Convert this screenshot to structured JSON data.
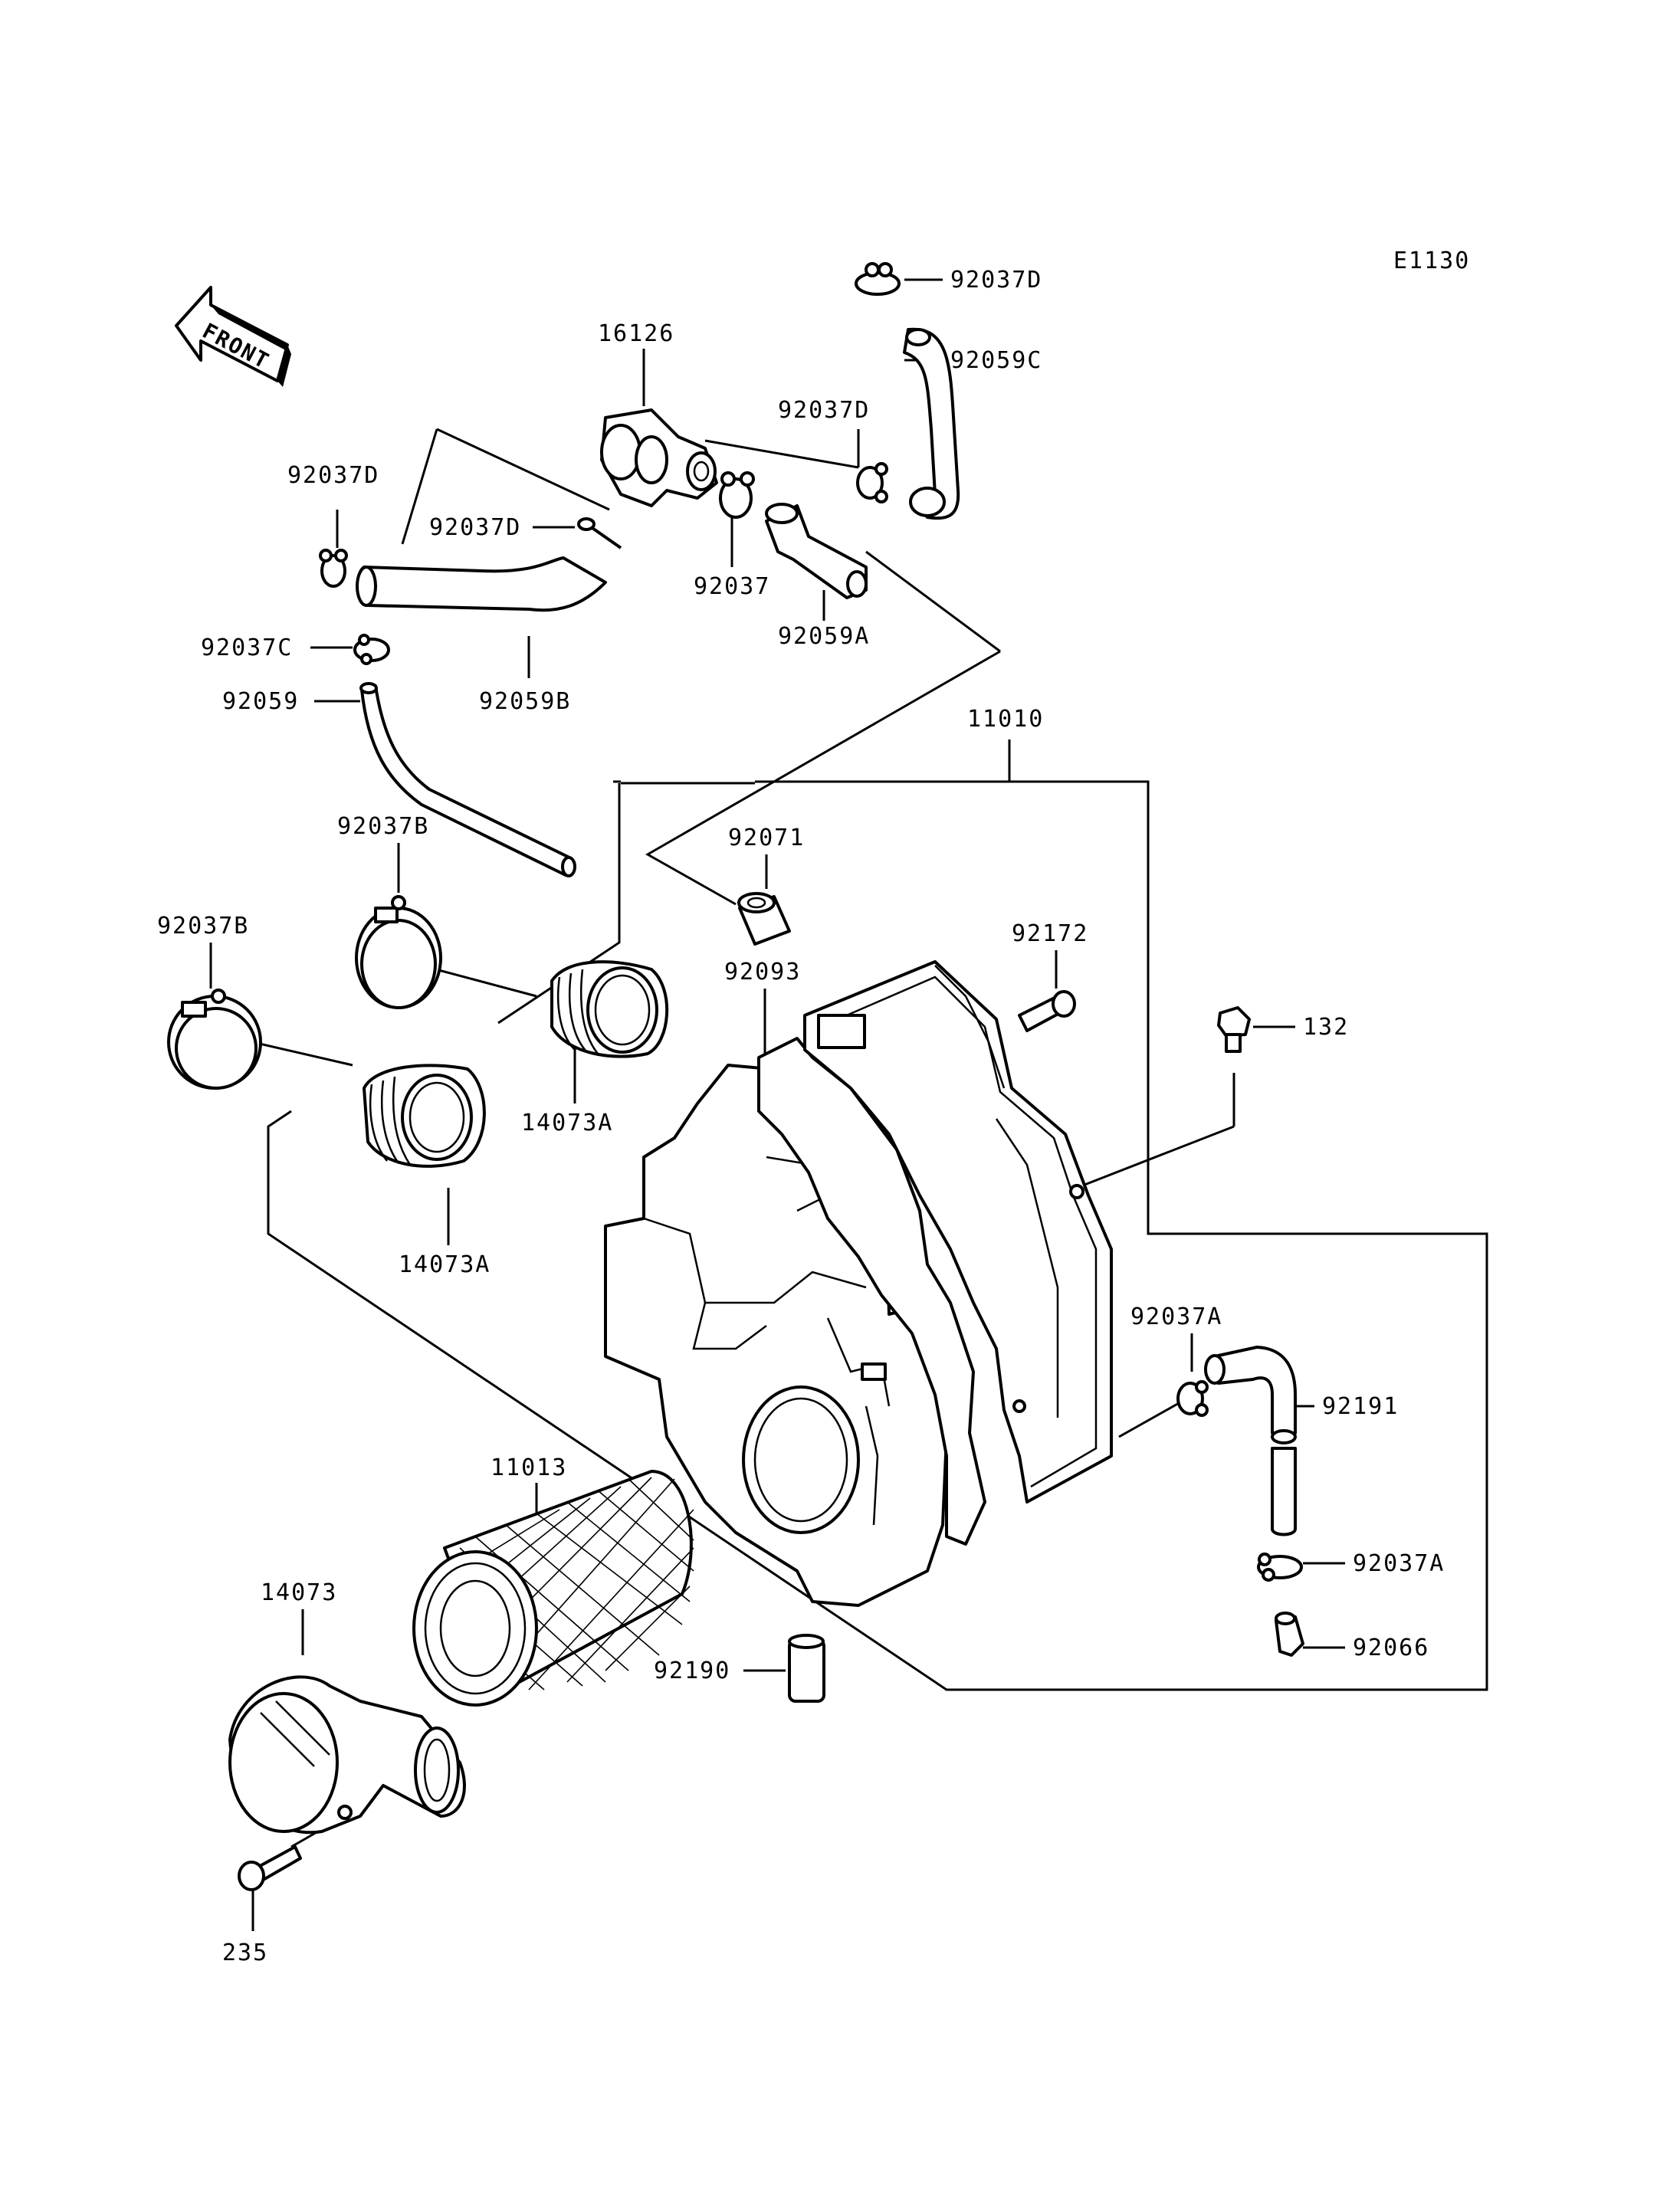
{
  "diagram_code": "E1130",
  "front_label": "FRONT",
  "colors": {
    "ink": "#000000",
    "paper": "#ffffff"
  },
  "labels": [
    {
      "id": "l-92037d-top",
      "text": "92037D"
    },
    {
      "id": "l-16126",
      "text": "16126"
    },
    {
      "id": "l-92059c",
      "text": "92059C"
    },
    {
      "id": "l-92037d-mid",
      "text": "92037D"
    },
    {
      "id": "l-92037d-left",
      "text": "92037D"
    },
    {
      "id": "l-92037d-center",
      "text": "92037D"
    },
    {
      "id": "l-92037",
      "text": "92037"
    },
    {
      "id": "l-92037c",
      "text": "92037C"
    },
    {
      "id": "l-92059b",
      "text": "92059B"
    },
    {
      "id": "l-92059a",
      "text": "92059A"
    },
    {
      "id": "l-92059",
      "text": "92059"
    },
    {
      "id": "l-11010",
      "text": "11010"
    },
    {
      "id": "l-92037b-1",
      "text": "92037B"
    },
    {
      "id": "l-92071",
      "text": "92071"
    },
    {
      "id": "l-92172",
      "text": "92172"
    },
    {
      "id": "l-92037b-2",
      "text": "92037B"
    },
    {
      "id": "l-92093",
      "text": "92093"
    },
    {
      "id": "l-132",
      "text": "132"
    },
    {
      "id": "l-14073a-1",
      "text": "14073A"
    },
    {
      "id": "l-14073a-2",
      "text": "14073A"
    },
    {
      "id": "l-92037a-top",
      "text": "92037A"
    },
    {
      "id": "l-92191",
      "text": "92191"
    },
    {
      "id": "l-11013",
      "text": "11013"
    },
    {
      "id": "l-92037a-bot",
      "text": "92037A"
    },
    {
      "id": "l-14073",
      "text": "14073"
    },
    {
      "id": "l-92066",
      "text": "92066"
    },
    {
      "id": "l-92190",
      "text": "92190"
    },
    {
      "id": "l-235",
      "text": "235"
    }
  ]
}
